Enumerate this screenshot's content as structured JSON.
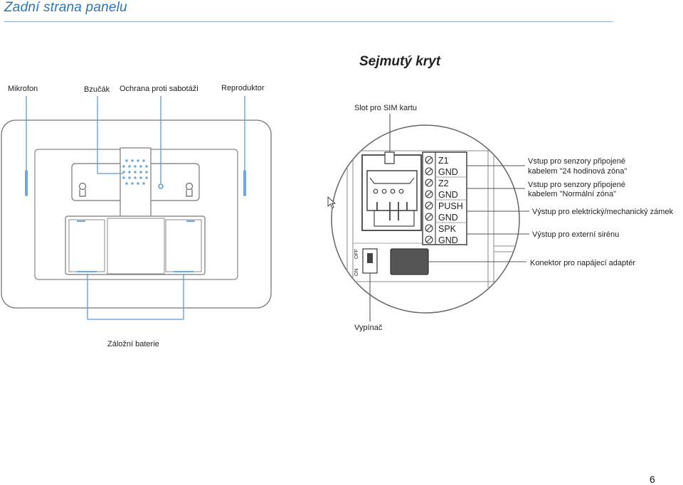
{
  "header": {
    "title": "Zadní strana panelu"
  },
  "figure_title": "Sejmutý kryt",
  "labels": {
    "mikrofon": "Mikrofon",
    "bzucak": "Bzučák",
    "ochrana": "Ochrana proti sabotáži",
    "reproduktor": "Reproduktor",
    "zalozni": "Záložní baterie",
    "sim_slot": "Slot pro SIM kartu",
    "vypinac": "Vypínač",
    "vstup24_line1": "Vstup pro senzory připojené",
    "vstup24_line2": "kabelem \"24 hodinová zóna\"",
    "vstupnorm_line1": "Vstup pro senzory připojené",
    "vstupnorm_line2": "kabelem \"Normální zóna\"",
    "vystup_zamek": "Výstup pro elektrický/mechanický zámek",
    "vystup_sirena": "Výstup pro externí sirénu",
    "konektor": "Konektor pro napájecí adaptér"
  },
  "terminals": [
    "Z1",
    "GND",
    "Z2",
    "GND",
    "PUSH",
    "GND",
    "SPK",
    "GND"
  ],
  "switch": {
    "on": "ON",
    "off": "OFF"
  },
  "page_number": "6",
  "colors": {
    "heading": "#2e74b5",
    "rule": "#8eaadb",
    "accent": "#6fa8dc",
    "callout": "#5b9bd5"
  }
}
